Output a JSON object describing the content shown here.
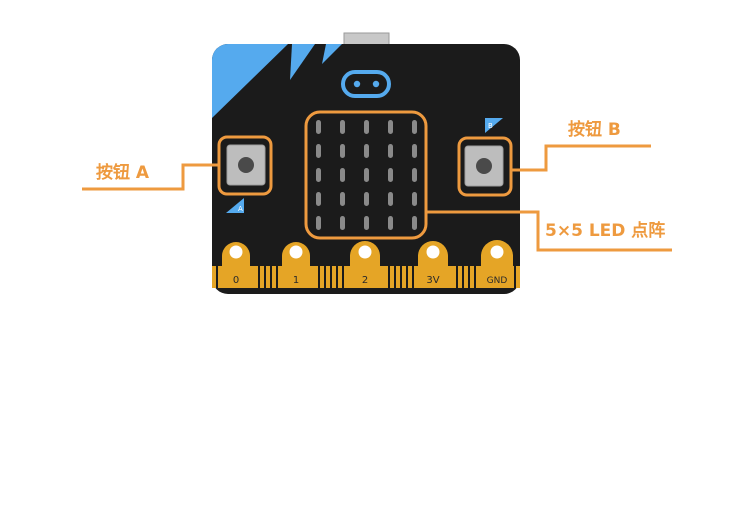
{
  "callouts": {
    "button_a": "按钮 A",
    "button_b": "按钮 B",
    "led_matrix": "5×5 LED 点阵"
  },
  "board": {
    "button_a_tag": "A",
    "button_b_tag": "B",
    "pins": [
      "0",
      "1",
      "2",
      "3V",
      "GND"
    ],
    "led_rows": 5,
    "led_cols": 5
  },
  "colors": {
    "accent": "#EE9A3F",
    "board": "#1B1B1B",
    "corner_blue": "#55AAEE",
    "gold": "#E5A526",
    "led": "#8A8A8A",
    "button_body": "#BDBDBD",
    "button_cap": "#4A4A4A"
  }
}
